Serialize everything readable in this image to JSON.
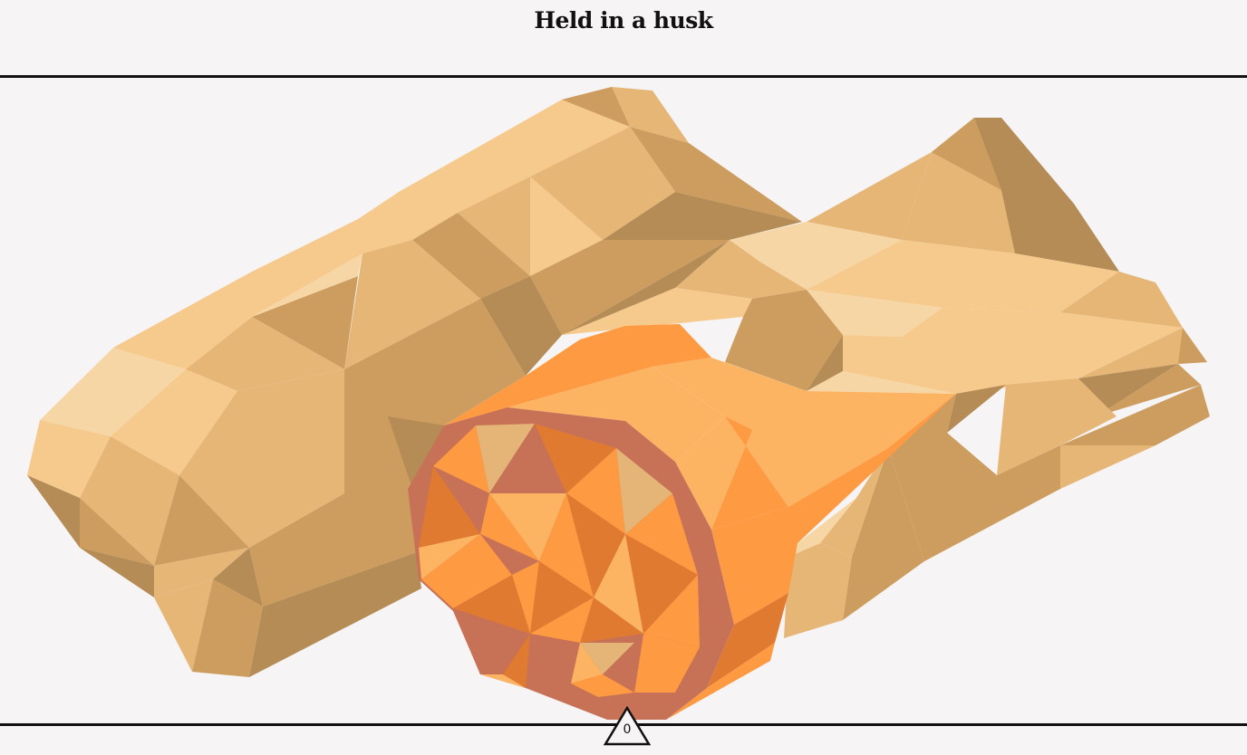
{
  "header": {
    "title": "Held in a husk"
  },
  "scene": {
    "object": "low-poly corn cob in husk",
    "husk_colors": [
      "#f7d6a5",
      "#f6c98c",
      "#e6b677",
      "#cd9d5f",
      "#b58c55"
    ],
    "kernel_colors": [
      "#fdb462",
      "#fd9a42",
      "#e07a30",
      "#c77257",
      "#e4b577"
    ]
  },
  "counter": {
    "value": "0",
    "icon": "triangle-icon"
  }
}
